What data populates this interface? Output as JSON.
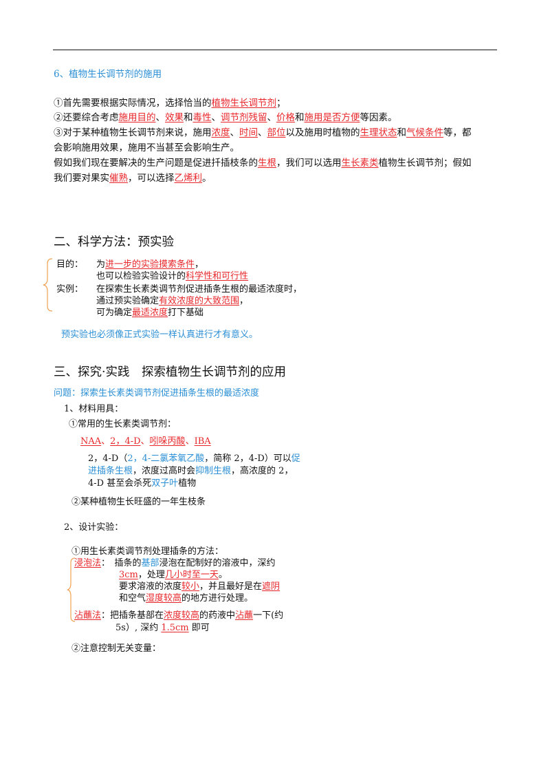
{
  "sec6": {
    "heading": "6、植物生长调节剂的施用",
    "p1": {
      "a": "①首先需要根据实际情况，选择恰当的",
      "b": "植物生长调节剂",
      "c": "；"
    },
    "p2": {
      "a": "②还要综合考虑",
      "b": "施用目的",
      "c": "、",
      "d": "效果",
      "e": "和",
      "f": "毒性",
      "g": "、",
      "h": "调节剂残留",
      "i": "、",
      "j": "价格",
      "k": "和",
      "l": "施用是否方便",
      "m": "等因素。"
    },
    "p3": {
      "a": "③对于某种植物生长调节剂来说，施用",
      "b": "浓度",
      "c": "、",
      "d": "时间",
      "e": "、",
      "f": "部位",
      "g": "以及施用时植物的",
      "h": "生理状态",
      "i": "和",
      "j": "气候条件",
      "k": "等，都",
      "line2": "会影响施用效果，施用不当甚至会影响生产。"
    },
    "p4": {
      "a": "假如我们现在要解决的生产问题是促进扦插枝条的",
      "b": "生根",
      "c": "，我们可以选用",
      "d": "生长素类",
      "e": "植物生长调节剂；假如",
      "f": "我们要对果实",
      "g": "催熟",
      "h": "，可以选择",
      "i": "乙烯利",
      "j": "。"
    }
  },
  "sec2": {
    "heading": "二、科学方法：预实验",
    "purpose_label": "目的：",
    "purpose1": {
      "a": "为",
      "b": "进一步的实验摸索条件",
      "c": "，"
    },
    "purpose2": {
      "a": "也可以检验实验设计的",
      "b": "科学性和可行性"
    },
    "example_label": "实例：",
    "ex1": "在探索生长素类调节剂促进插条生根的最适浓度时，",
    "ex2": {
      "a": "通过预实验确定",
      "b": "有效浓度的大致范围",
      "c": "，"
    },
    "ex3": {
      "a": "可为确定",
      "b": "最适浓度",
      "c": "打下基础"
    },
    "note": "预实验也必须像正式实验一样认真进行才有意义。"
  },
  "sec3": {
    "heading": "三、探究·实践　探索植物生长调节剂的应用",
    "question": "问题：探索生长素类调节剂促进插条生根的最适浓度",
    "materials": "1、材料用具：",
    "m1": "①常用的生长素类调节剂：",
    "reagents": {
      "a": "NAA",
      "b": "、",
      "c": "2，4-D",
      "d": "、",
      "e": "吲哚丙酸",
      "f": "、",
      "g": "IBA"
    },
    "d1": {
      "a": "2，4-D（",
      "b": "2，4-二氯苯氧乙酸",
      "c": "，简称 2，4-D）可以",
      "d": "促"
    },
    "d2": {
      "a": "进插条生根",
      "b": "，浓度过高时会",
      "c": "抑制生根",
      "d": "，高浓度的 2，"
    },
    "d3": {
      "a": "4-D 甚至会杀死",
      "b": "双子叶",
      "c": "植物"
    },
    "m2": "②某种植物生长旺盛的一年生枝条",
    "design": "2、设计实验：",
    "dm": "①用生长素类调节剂处理插条的方法：",
    "soak_label": "浸泡法",
    "s1": {
      "a": "：　插条的",
      "b": "基部",
      "c": "浸泡在配制好的溶液中，深约"
    },
    "s2": {
      "a": "3cm",
      "b": "，处理",
      "c": "几小时至一天",
      "d": "。"
    },
    "s3": {
      "a": "要求溶液的浓度",
      "b": "较小",
      "c": "，并且最好是在",
      "d": "遮阴"
    },
    "s4": {
      "a": "和空气",
      "b": "湿度较高",
      "c": "的地方进行处理。"
    },
    "dip_label": "沾蘸法",
    "p1": {
      "a": "：把插条基部在",
      "b": "浓度较高",
      "c": "的药液中",
      "d": "沾蘸",
      "e": "一下(约"
    },
    "p2": {
      "a": "5s）, 深约 ",
      "b": "1.5cm",
      "c": " 即可"
    },
    "control": "②注意控制无关变量："
  }
}
